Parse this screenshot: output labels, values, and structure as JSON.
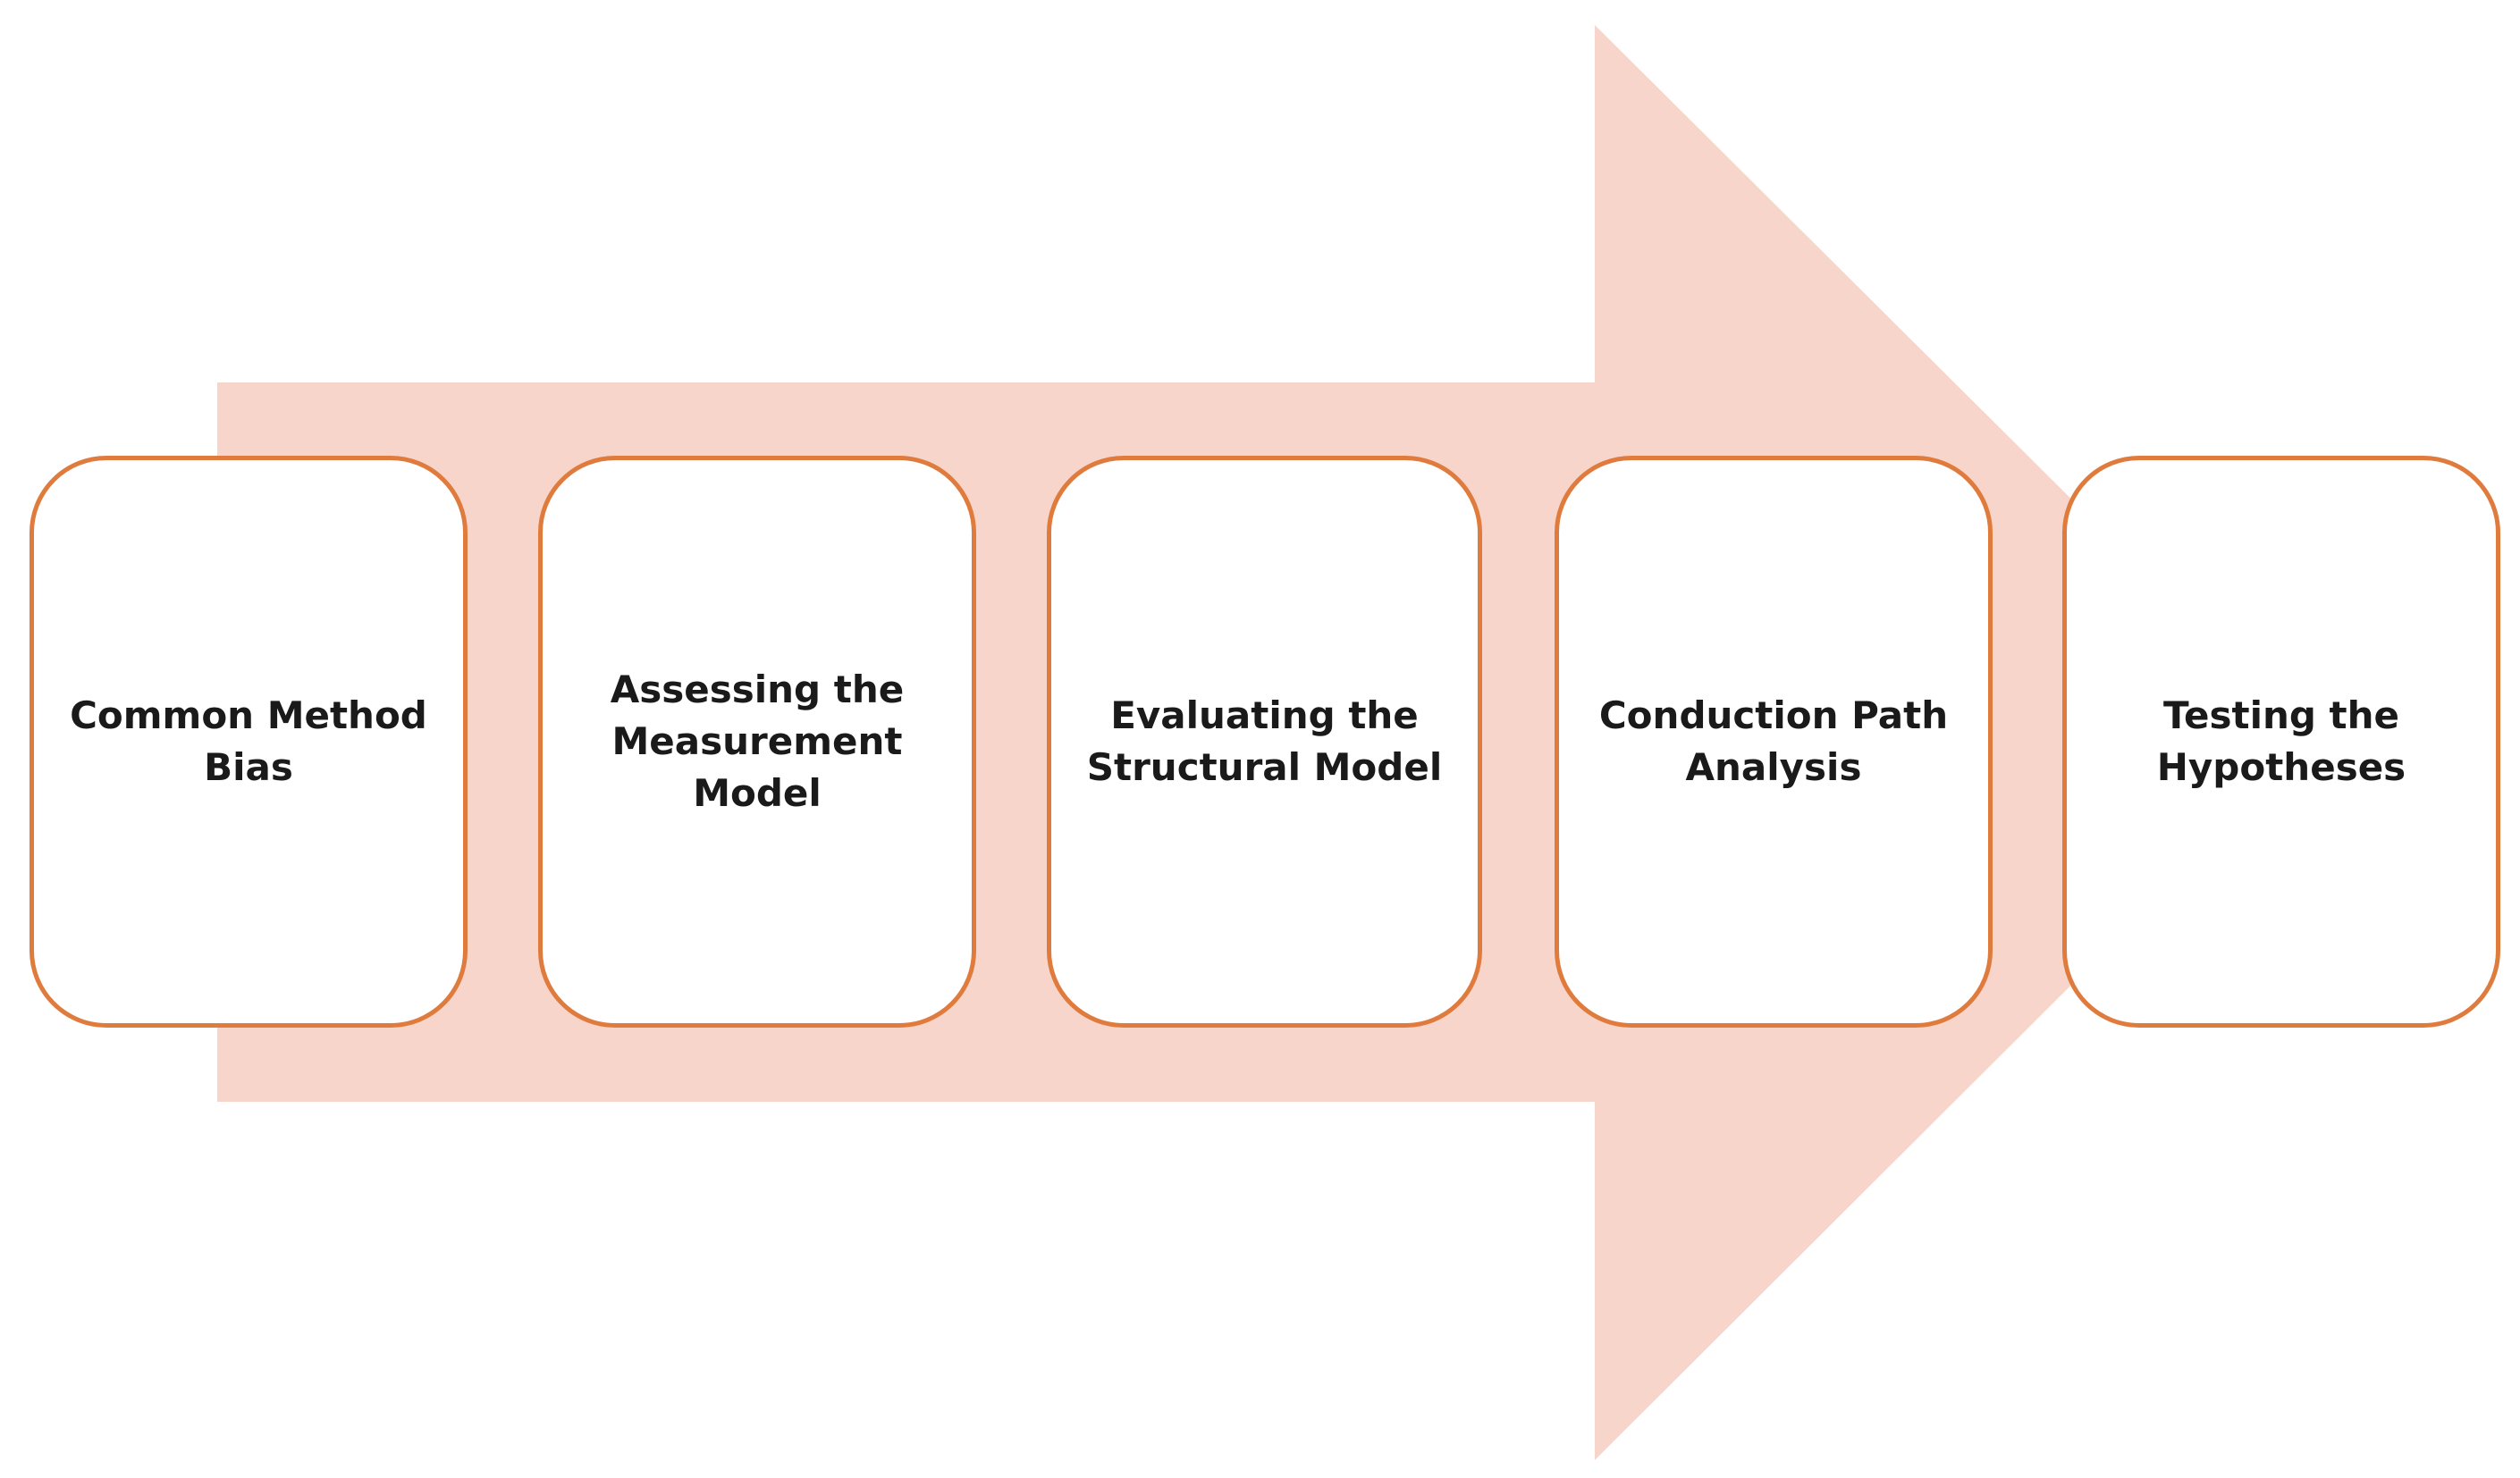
{
  "diagram": {
    "type": "process-flow",
    "colors": {
      "arrow_fill": "#f8d5cb",
      "box_border": "#e07b3e",
      "box_fill": "#ffffff",
      "text": "#1a1a1a"
    },
    "steps": [
      {
        "label": "Common Method\nBias"
      },
      {
        "label": "Assessing the\nMeasurement\nModel"
      },
      {
        "label": "Evaluating the\nStructural Model"
      },
      {
        "label": "Conduction Path\nAnalysis"
      },
      {
        "label": "Testing the\nHypotheses"
      }
    ]
  }
}
